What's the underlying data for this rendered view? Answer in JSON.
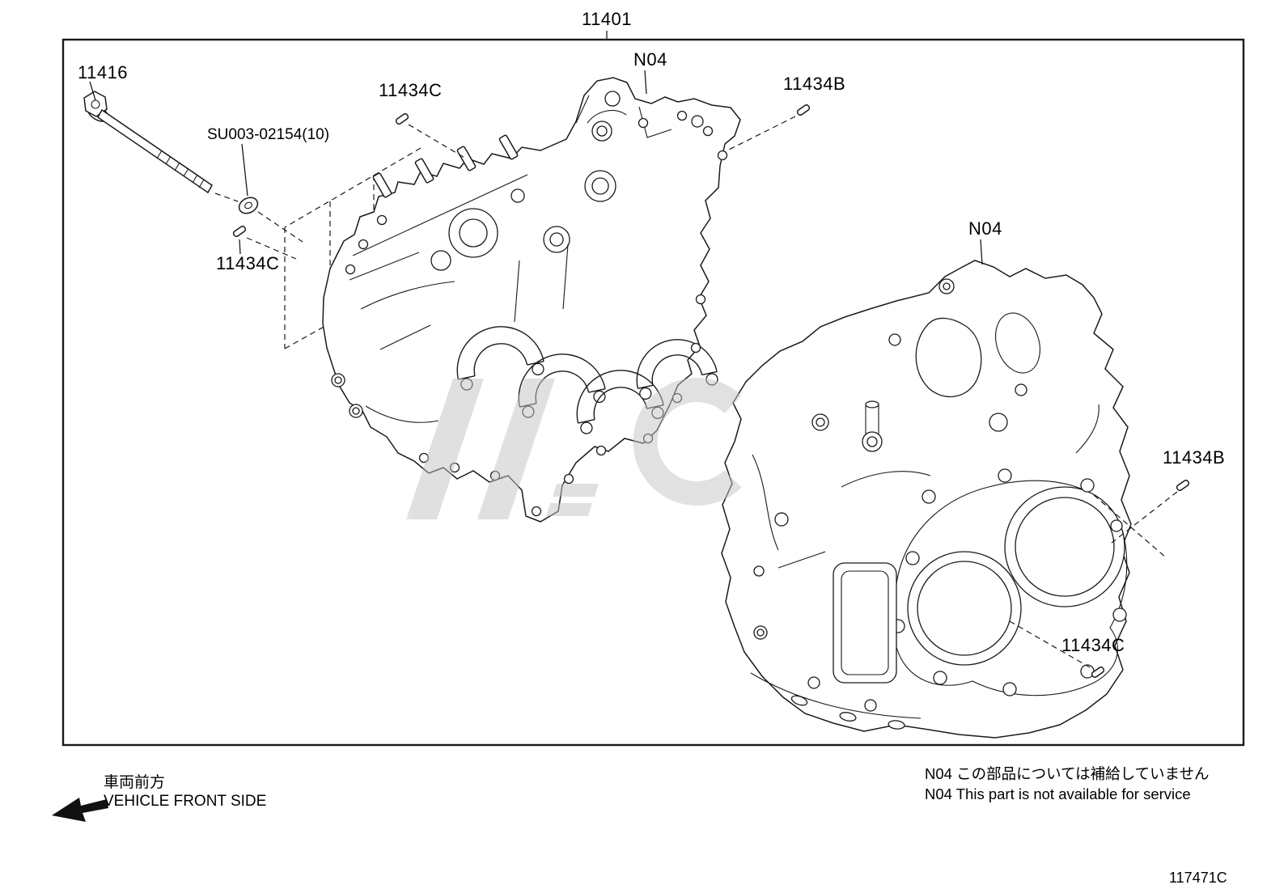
{
  "callouts": {
    "assembly": "11401",
    "bolt": "11416",
    "washer": "SU003-02154(10)",
    "dowel_c": "11434C",
    "dowel_b": "11434B",
    "not_serviced": "N04"
  },
  "footer": {
    "front_jp": "車両前方",
    "front_en": "VEHICLE FRONT SIDE",
    "note_jp": "N04  この部品については補給していません",
    "note_en": "N04  This part is not available for service",
    "doc_number": "117471C"
  },
  "colors": {
    "line": "#1a1a1a",
    "watermark": "#c3c3c3",
    "background": "#ffffff"
  }
}
